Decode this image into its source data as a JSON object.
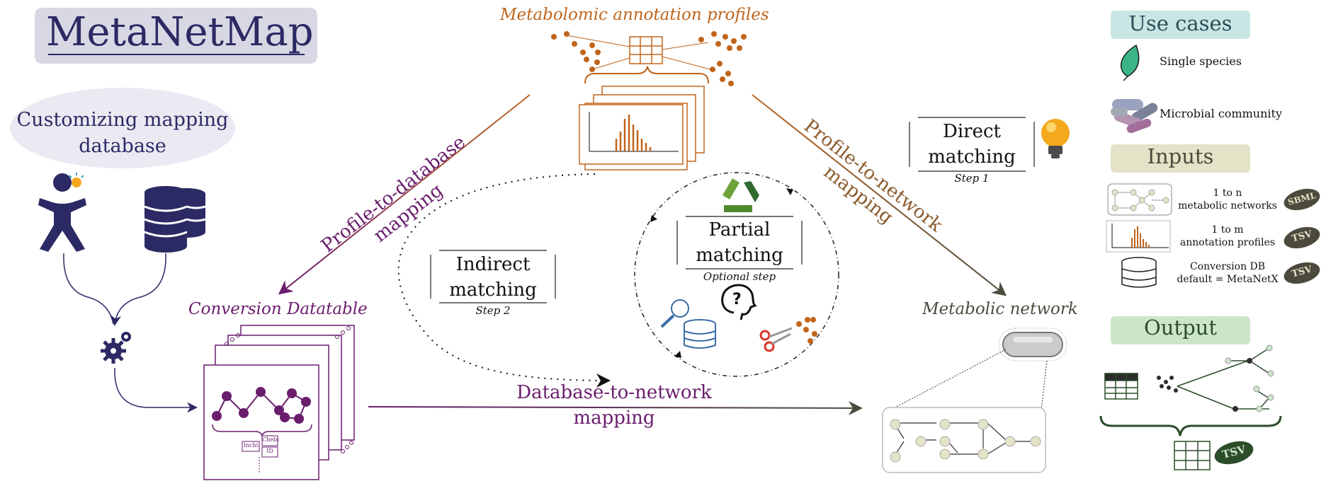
{
  "colors": {
    "navy": "#2b2a64",
    "purple": "#6a1d6d",
    "orange": "#c0651c",
    "olive": "#4c4a3c",
    "gray_text": "#5a5a5a",
    "output_green": "#2c4d2a",
    "use_cases_bg": "#c7e6e4",
    "inputs_bg": "#e4e2c7",
    "output_bg": "#cde6cb",
    "title_bg": "#d8d7e4",
    "customize_bg": "#ebeaf3"
  },
  "title": "MetaNetMap",
  "customize": {
    "line1": "Customizing mapping",
    "line2": "database"
  },
  "profiles_title": "Metabolomic annotation profiles",
  "conversion_title": "Conversion Datatable",
  "network_title": "Metabolic network",
  "profile_db_mapping": {
    "line1": "Profile-to-database",
    "line2": "mapping"
  },
  "profile_net_mapping": {
    "line1": "Profile-to-network",
    "line2": "mapping"
  },
  "db_net_mapping": {
    "line1": "Database-to-network",
    "line2": "mapping"
  },
  "direct": {
    "line1": "Direct",
    "line2": "matching",
    "step": "Step 1"
  },
  "indirect": {
    "line1": "Indirect",
    "line2": "matching",
    "step": "Step 2"
  },
  "partial": {
    "line1": "Partial",
    "line2": "matching",
    "step": "Optional step"
  },
  "conversion_ids": {
    "inchi": "Inchi",
    "chebi": "Chebi",
    "id": "ID"
  },
  "use_cases": {
    "header": "Use cases",
    "single": "Single species",
    "community": "Microbial community"
  },
  "inputs": {
    "header": "Inputs",
    "networks": {
      "line1": "1 to n",
      "line2": "metabolic networks",
      "badge": "SBML"
    },
    "profiles": {
      "line1": "1 to m",
      "line2": "annotation profiles",
      "badge": "TSV"
    },
    "conversion": {
      "line1": "Conversion DB",
      "line2": "default = MetaNetX",
      "badge": "TSV"
    }
  },
  "output": {
    "header": "Output",
    "badge": "TSV"
  }
}
